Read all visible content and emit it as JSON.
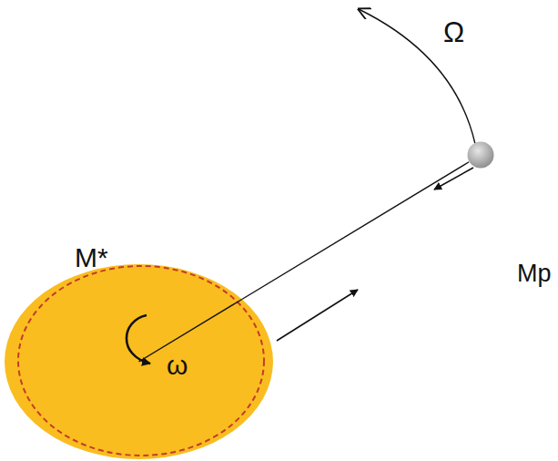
{
  "diagram": {
    "nodes": [
      {
        "text": [
          "M*",
          "ω"
        ]
      },
      {
        "text": [
          "Mp"
        ]
      }
    ],
    "edges": [
      {
        "from": 0,
        "to": 1,
        "arrow": "none"
      }
    ],
    "labels": [
      "Ω"
    ]
  }
}
